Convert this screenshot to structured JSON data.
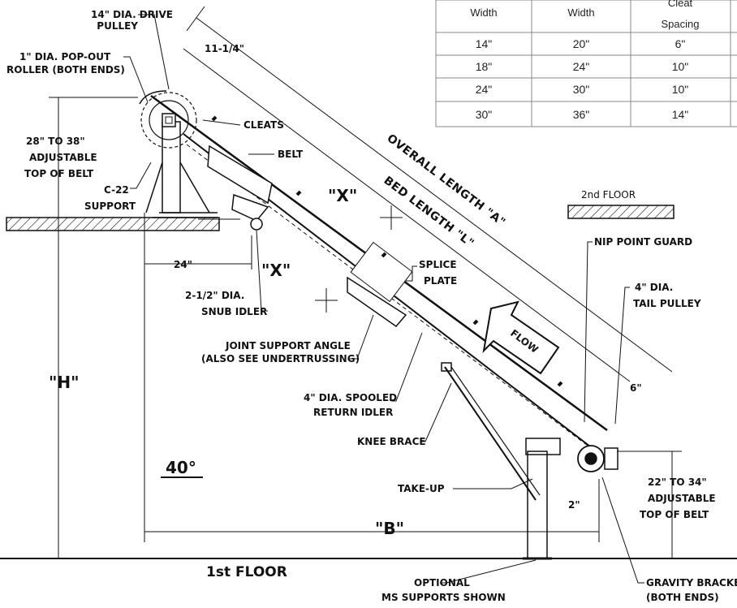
{
  "table": {
    "headers": [
      "Width",
      "Width",
      "Cleat",
      "Spacing"
    ],
    "rows": [
      [
        "14\"",
        "20\"",
        "6\""
      ],
      [
        "18\"",
        "24\"",
        "10\""
      ],
      [
        "24\"",
        "30\"",
        "10\""
      ],
      [
        "30\"",
        "36\"",
        "14\""
      ]
    ]
  },
  "labels": {
    "drive_pulley_1": "14\" DIA. DRIVE",
    "drive_pulley_2": "PULLEY",
    "popout_1": "1\" DIA. POP-OUT",
    "popout_2": "ROLLER (BOTH ENDS)",
    "dim_11": "11-1/4\"",
    "cleats": "CLEATS",
    "belt": "BELT",
    "adj_top_1": "28\" TO 38\"",
    "adj_top_2": "ADJUSTABLE",
    "adj_top_3": "TOP OF BELT",
    "c22_1": "C-22",
    "c22_2": "SUPPORT",
    "overall_length": "OVERALL LENGTH \"A\"",
    "bed_length": "BED LENGTH \"L\"",
    "x_upper": "\"X\"",
    "x_lower": "\"X\"",
    "floor2": "2nd FLOOR",
    "nip_guard": "NIP POINT GUARD",
    "dim_24": "24\"",
    "snub_1": "2-1/2\" DIA.",
    "snub_2": "SNUB IDLER",
    "splice_1": "SPLICE",
    "splice_2": "PLATE",
    "tail_1": "4\" DIA.",
    "tail_2": "TAIL PULLEY",
    "flow": "FLOW",
    "joint_1": "JOINT SUPPORT ANGLE",
    "joint_2": "(ALSO SEE UNDERTRUSSING)",
    "dim_6": "6\"",
    "H": "\"H\"",
    "spooled_1": "4\" DIA. SPOOLED",
    "spooled_2": "RETURN IDLER",
    "knee": "KNEE BRACE",
    "angle": "40°",
    "takeup": "TAKE-UP",
    "dim_2": "2\"",
    "adj_bot_1": "22\" TO 34\"",
    "adj_bot_2": "ADJUSTABLE",
    "adj_bot_3": "TOP OF BELT",
    "B": "\"B\"",
    "floor1": "1st FLOOR",
    "optional_1": "OPTIONAL",
    "optional_2": "MS SUPPORTS SHOWN",
    "gravity_1": "GRAVITY BRACKETS",
    "gravity_2": "(BOTH ENDS)"
  }
}
